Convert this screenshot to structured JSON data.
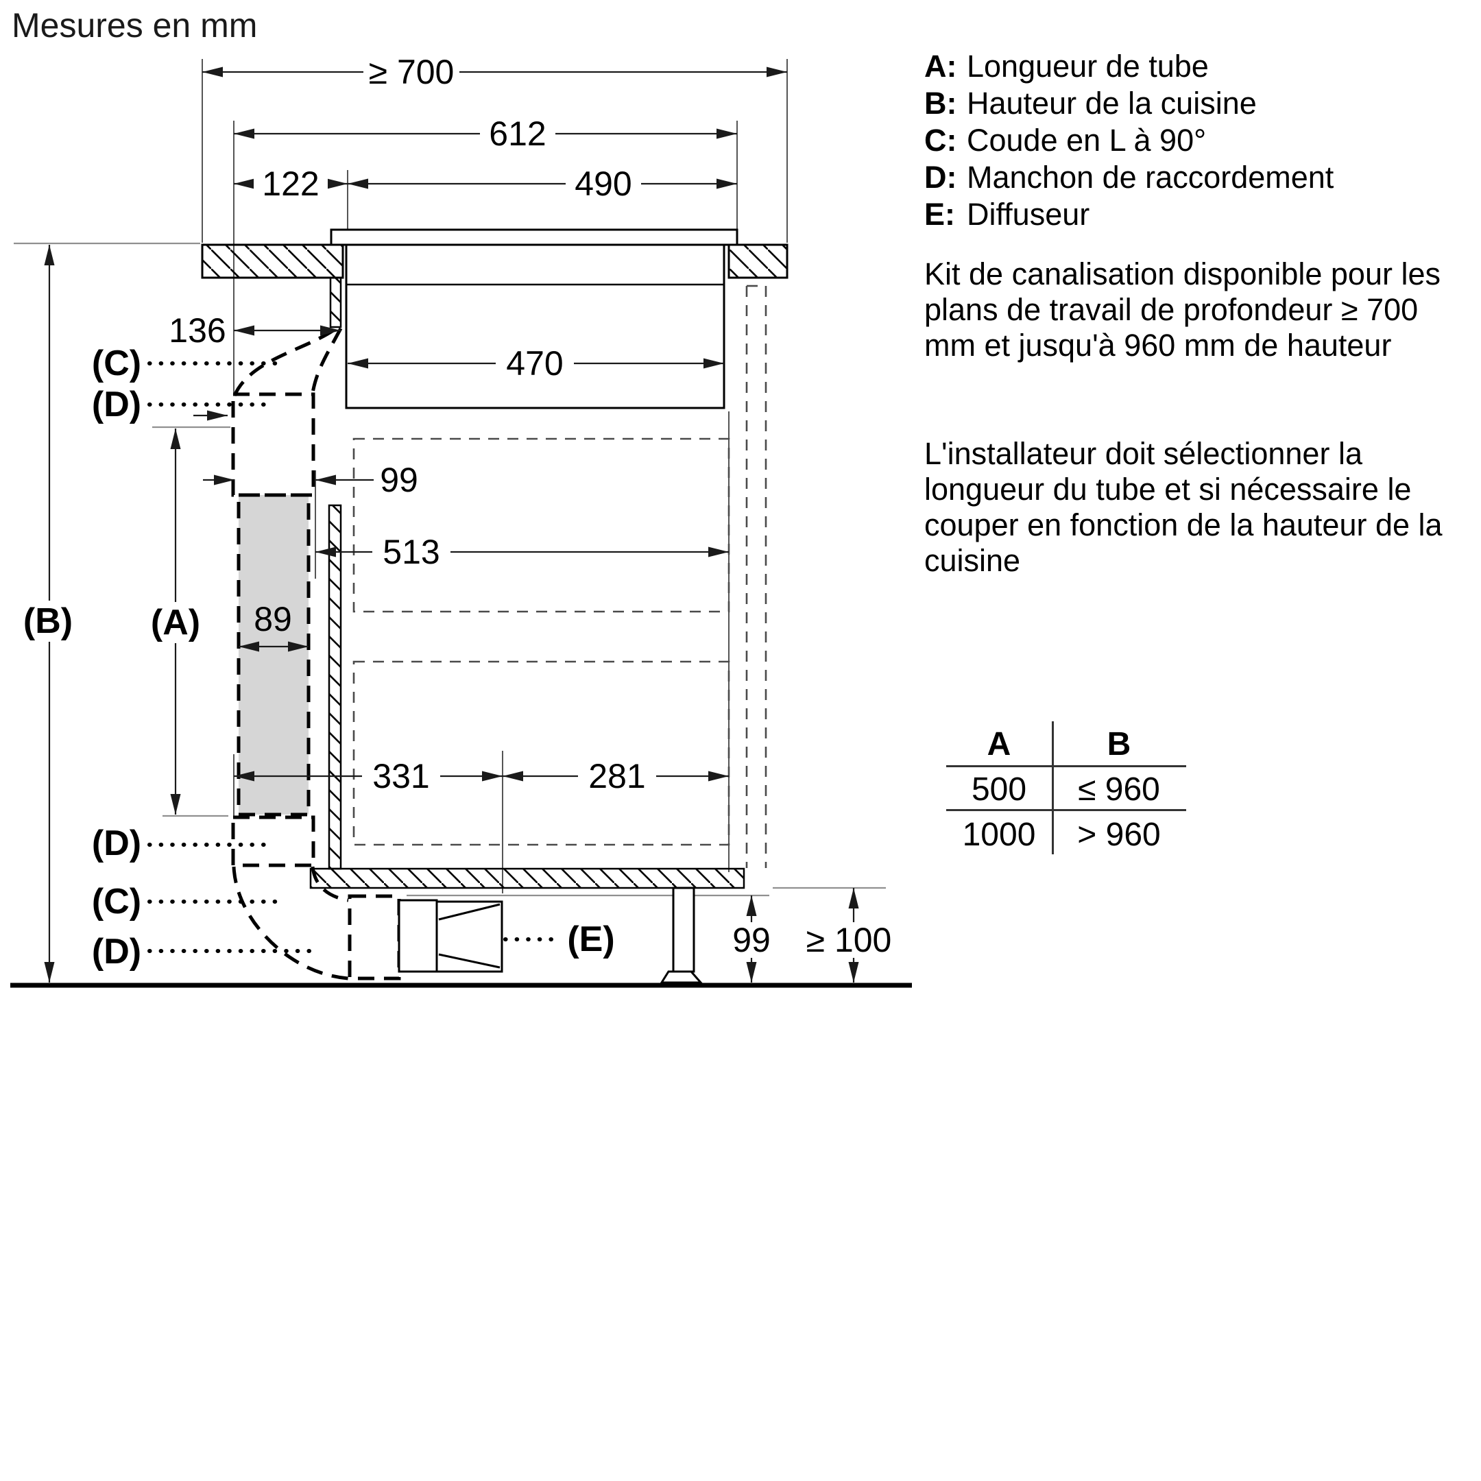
{
  "title": "Mesures en mm",
  "legend": {
    "items": [
      {
        "key": "A:",
        "label": "Longueur de tube"
      },
      {
        "key": "B:",
        "label": "Hauteur de la cuisine"
      },
      {
        "key": "C:",
        "label": "Coude en L à 90°"
      },
      {
        "key": "D:",
        "label": "Manchon de raccordement"
      },
      {
        "key": "E:",
        "label": "Diffuseur"
      }
    ]
  },
  "notes": [
    "Kit de canalisation disponible pour les plans de travail de profondeur ≥ 700 mm et jusqu'à 960 mm de hauteur",
    "L'installateur doit sélectionner la longueur du tube et si nécessaire le couper en fonction de la hauteur de la cuisine"
  ],
  "table": {
    "headers": [
      "A",
      "B"
    ],
    "rows": [
      [
        "500",
        "≤ 960"
      ],
      [
        "1000",
        "> 960"
      ]
    ]
  },
  "diagram": {
    "dims": {
      "worktop_depth": "≥ 700",
      "hob_width": "612",
      "left_offset": "122",
      "right_width": "490",
      "rear_gap": "136",
      "body_width": "470",
      "duct_offset": "99",
      "interior_width": "513",
      "tube_width": "89",
      "front_width": "331",
      "rear_width": "281",
      "plinth_height": "99",
      "floor_clearance": "≥ 100"
    },
    "labels": {
      "a": "(A)",
      "b": "(B)",
      "c": "(C)",
      "d": "(D)",
      "e": "(E)"
    }
  }
}
